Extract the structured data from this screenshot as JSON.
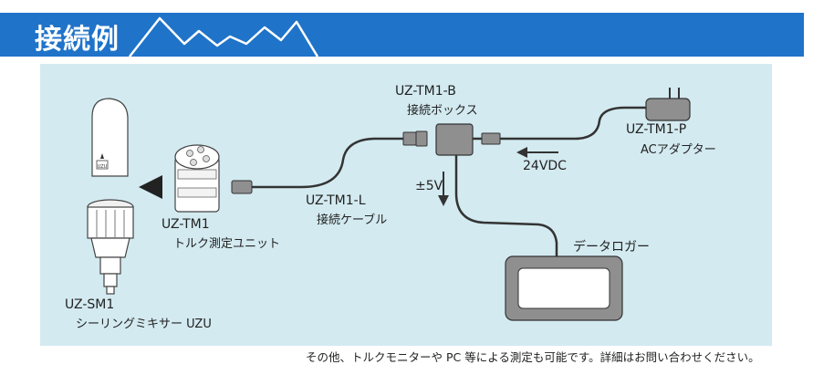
{
  "header": {
    "title": "接続例",
    "mountain_icon": "mountain-line-icon"
  },
  "devices": {
    "mixer": {
      "model": "UZ-SM1",
      "name": "シーリングミキサー UZU",
      "logo": "UZU"
    },
    "torque_unit": {
      "model": "UZ-TM1",
      "name": "トルク測定ユニット"
    },
    "cable": {
      "model": "UZ-TM1-L",
      "name": "接続ケーブル"
    },
    "junction_box": {
      "model": "UZ-TM1-B",
      "name": "接続ボックス"
    },
    "adapter": {
      "model": "UZ-TM1-P",
      "name": "ACアダプター"
    },
    "logger": {
      "name": "データロガー"
    }
  },
  "signals": {
    "power": "24VDC",
    "output": "±5V"
  },
  "footnote": "その他、トルクモニターや PC 等による測定も可能です。詳細はお問い合わせください。",
  "colors": {
    "header_blue": "#1f73c9",
    "panel_bg": "#d3eaf0",
    "device_gray": "#8f8f8f",
    "cable": "#333333"
  }
}
